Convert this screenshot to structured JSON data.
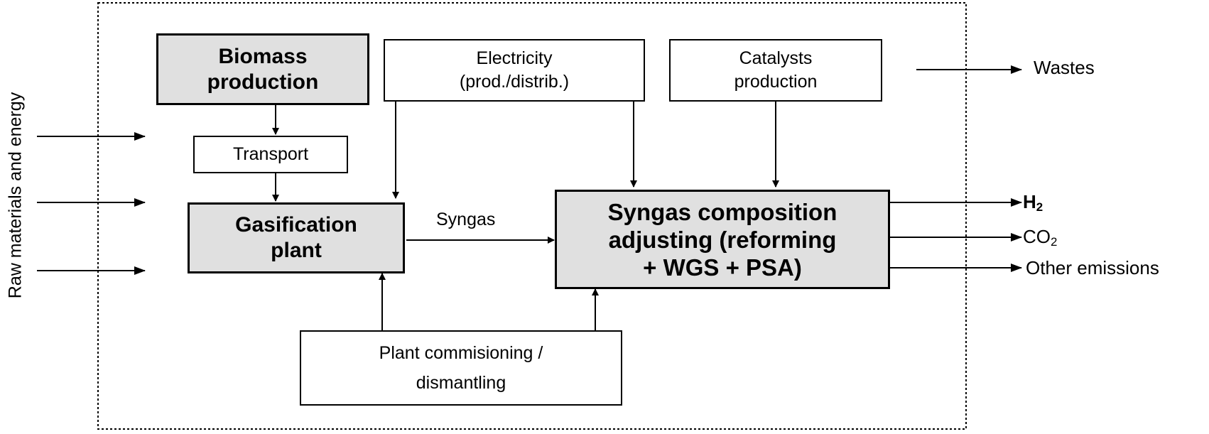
{
  "side_label": "Raw materials and energy",
  "boxes": {
    "biomass": {
      "line1": "Biomass",
      "line2": "production"
    },
    "transport": "Transport",
    "gasification": {
      "line1": "Gasification",
      "line2": "plant"
    },
    "electricity": {
      "line1": "Electricity",
      "line2": "(prod./distrib.)"
    },
    "catalysts": {
      "line1": "Catalysts",
      "line2": "production"
    },
    "syngas_adjust": {
      "line1": "Syngas composition",
      "line2": "adjusting (reforming",
      "line3": "+ WGS + PSA)"
    },
    "commissioning": {
      "line1": "Plant commisioning /",
      "line2": "dismantling"
    }
  },
  "flows": {
    "syngas": "Syngas",
    "wastes": "Wastes",
    "h2": {
      "base": "H",
      "sub": "2"
    },
    "co2": {
      "base": "CO",
      "sub": "2"
    },
    "other": "Other emissions"
  }
}
